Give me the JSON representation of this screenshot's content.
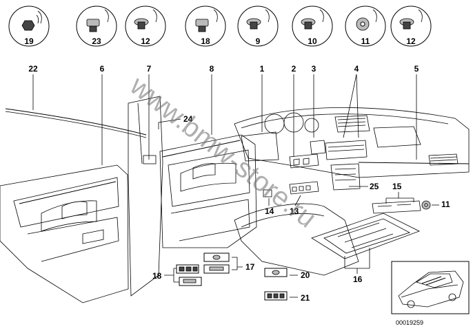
{
  "callouts": [
    {
      "id": "c1",
      "text": "19"
    },
    {
      "id": "c2",
      "text": "23"
    },
    {
      "id": "c3",
      "text": "12"
    },
    {
      "id": "c4",
      "text": "18"
    },
    {
      "id": "c5",
      "text": "9"
    },
    {
      "id": "c6",
      "text": "10"
    },
    {
      "id": "c7",
      "text": "11"
    },
    {
      "id": "c8",
      "text": "12"
    }
  ],
  "labels": {
    "l22": "22",
    "l6": "6",
    "l7": "7",
    "l8": "8",
    "l1": "1",
    "l2": "2",
    "l3": "3",
    "l4": "4",
    "l5": "5",
    "l24": "24",
    "l25": "25",
    "l15": "15",
    "l11": "11",
    "l14": "14",
    "l13": "13",
    "l16": "16",
    "l18": "18",
    "l17": "17",
    "l20": "20",
    "l21": "21"
  },
  "watermark": "www.bmw-store.ru",
  "reference_code": "00019259"
}
